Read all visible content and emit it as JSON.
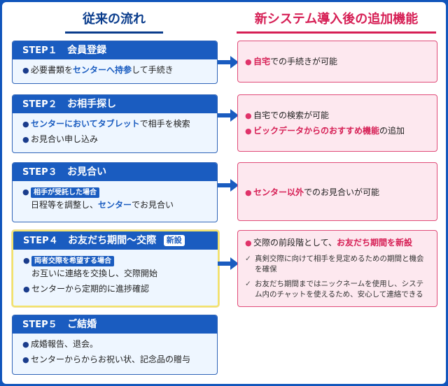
{
  "headers": {
    "left": "従来の流れ",
    "right": "新システム導入後の追加機能"
  },
  "steps": [
    {
      "num": "STEP１",
      "title": "会員登録",
      "b1_pre": "必要書類を",
      "b1_em": "センターへ持参",
      "b1_post": "して手続き"
    },
    {
      "num": "STEP２",
      "title": "お相手探し",
      "b1_em": "センターにおいてタブレット",
      "b1_post": "で相手を検索",
      "b2": "お見合い申し込み"
    },
    {
      "num": "STEP３",
      "title": "お見合い",
      "tag": "相手が受託した場合",
      "line2_pre": "日程等を調整し、",
      "line2_em": "センター",
      "line2_post": "でお見合い"
    },
    {
      "num": "STEP４",
      "title": "お友だち期間～交際",
      "badge": "新設",
      "tag": "両者交際を希望する場合",
      "line2": "お互いに連絡を交換し、交際開始",
      "b2": "センターから定期的に進捗確認"
    },
    {
      "num": "STEP５",
      "title": "ご結婚",
      "b1": "成婚報告、退会。",
      "b2": "センターからからお祝い状、記念品の贈与"
    }
  ],
  "features": [
    {
      "b1_em": "自宅",
      "b1_post": "での手続きが可能"
    },
    {
      "b1": "自宅での検索が可能",
      "b2_em": "ビックデータからのおすすめ機能",
      "b2_post": "の追加"
    },
    {
      "b1_em": "センター以外",
      "b1_post": "でのお見合いが可能"
    },
    {
      "b1_pre": "交際の前段階として、",
      "b1_em": "お友だち期間を新設",
      "c1": "真剣交際に向けて相手を見定めるための期間と機会を確保",
      "c2": "お友だち期間まではニックネームを使用し、システム内のチャットを使えるため、安心して連絡できる"
    }
  ],
  "colors": {
    "navy": "#1a5cc0",
    "pink": "#d61f55",
    "pink_bg": "#fde8ef",
    "step_bg": "#eef6ff"
  }
}
